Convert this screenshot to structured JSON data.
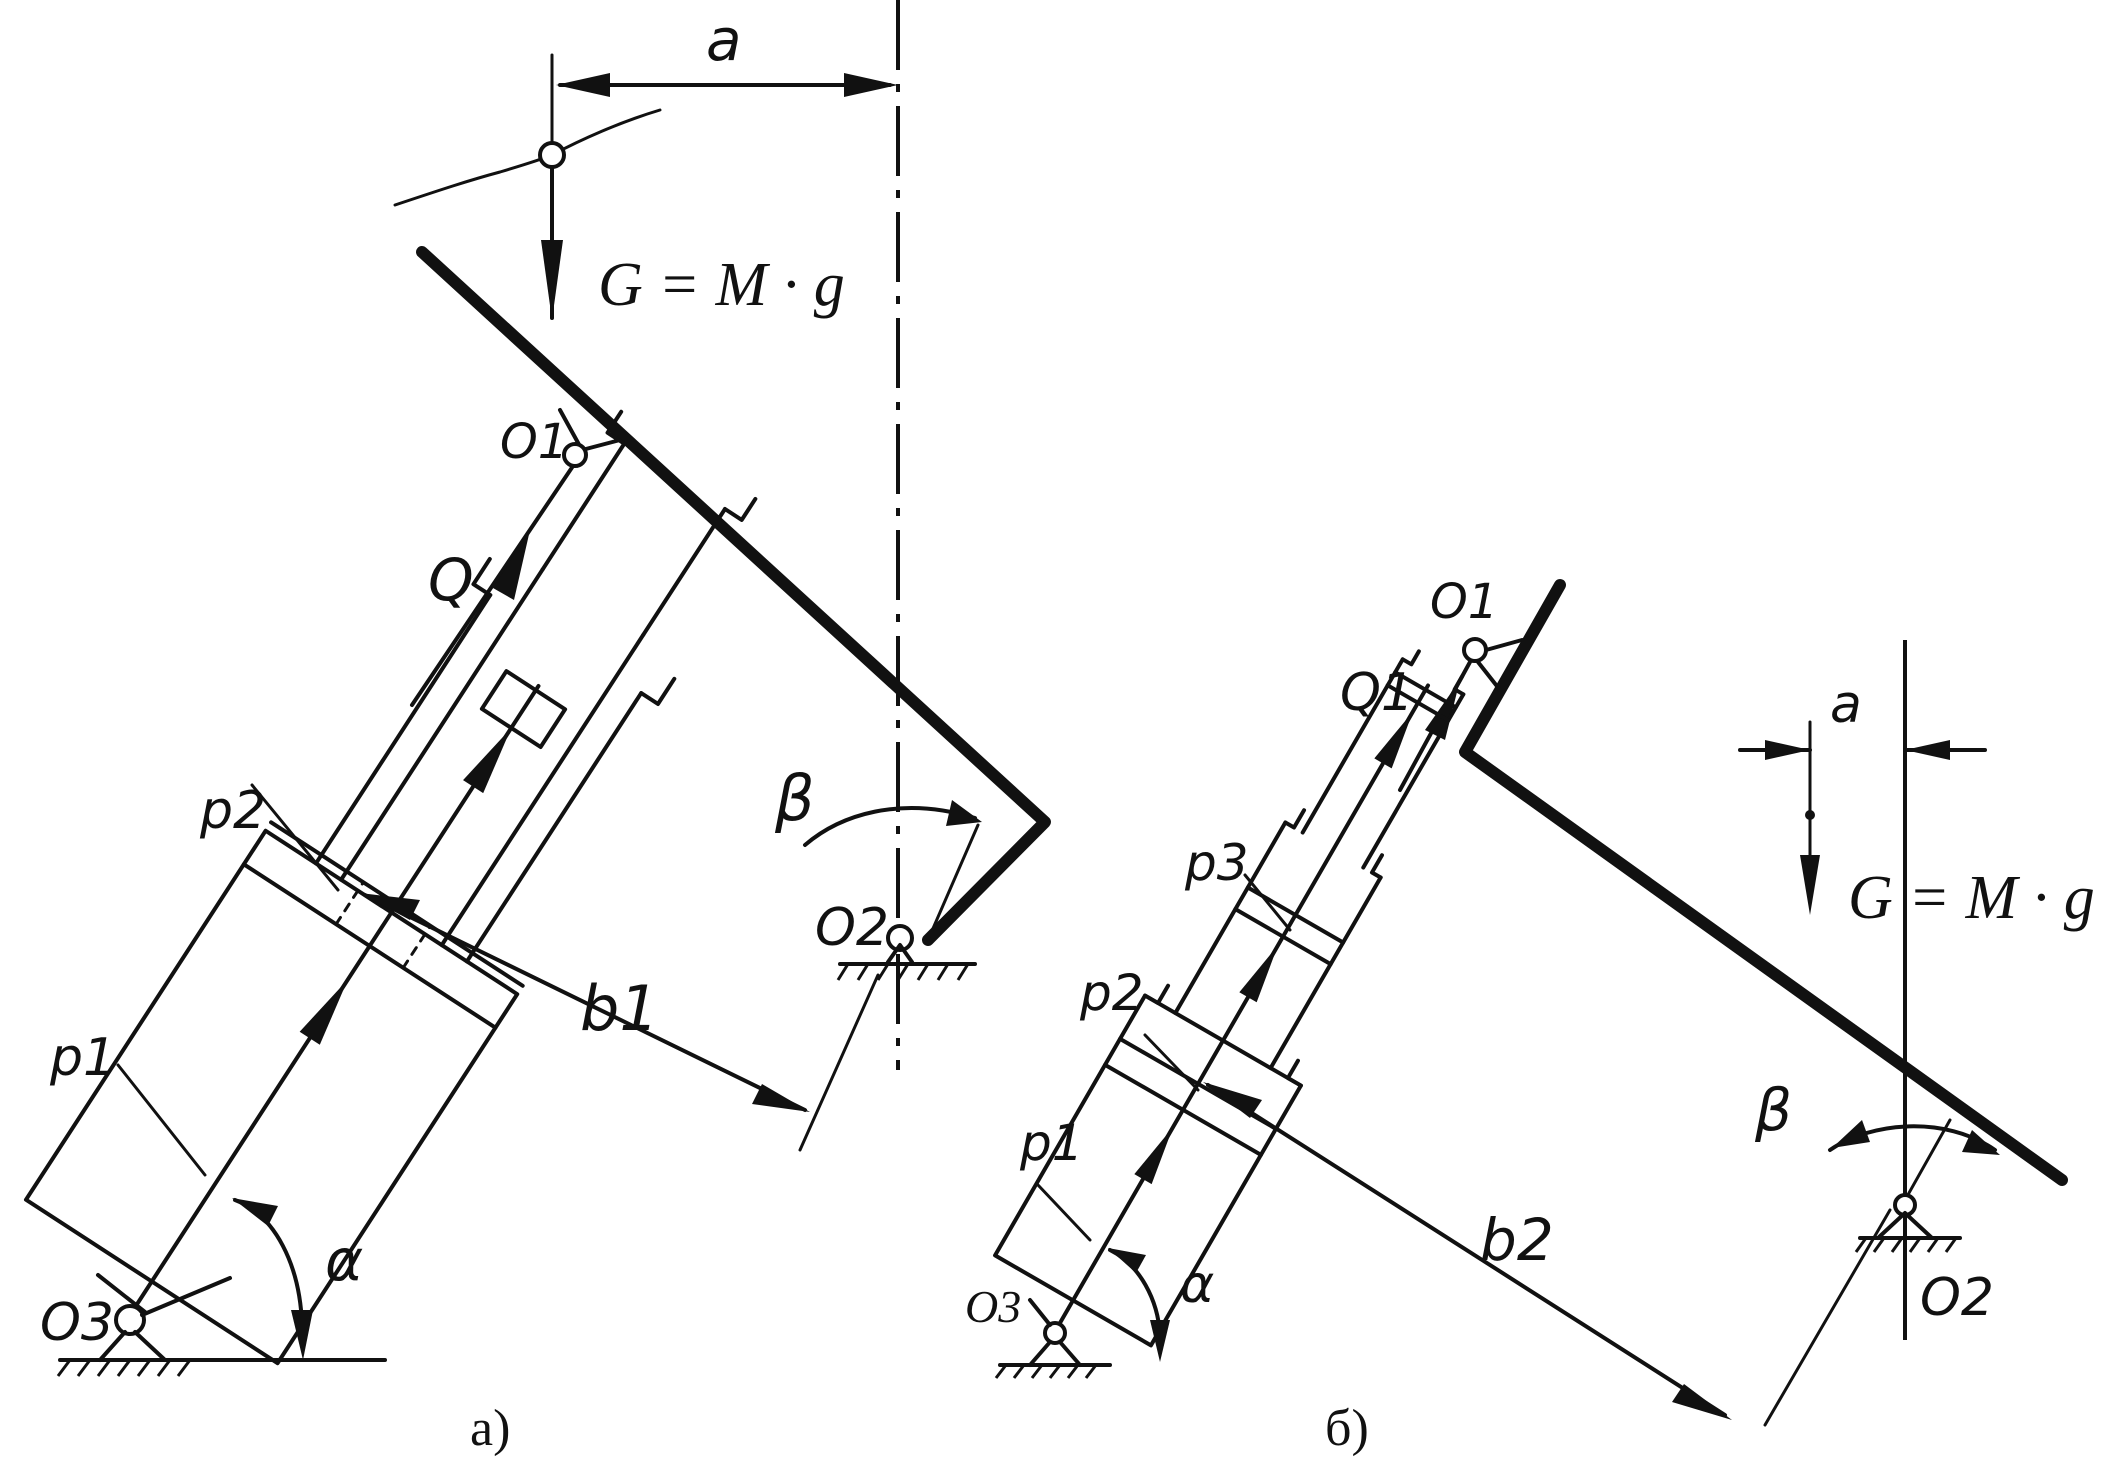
{
  "figure_a": {
    "caption": "а)",
    "labels": {
      "a": "a",
      "G": "G = M · g",
      "O1": "O1",
      "Q": "Q",
      "p2": "p2",
      "beta": "β",
      "O2": "O2",
      "b1": "b1",
      "p1": "p1",
      "alpha": "α",
      "O3": "O3"
    }
  },
  "figure_b": {
    "caption": "б)",
    "labels": {
      "O1": "O1",
      "Q1": "Q1",
      "a": "a",
      "p3": "p3",
      "G": "G = M · g",
      "p2": "p2",
      "p1": "p1",
      "beta": "β",
      "b2": "b2",
      "alpha": "α",
      "O3": "O3",
      "O2": "O2"
    }
  },
  "colors": {
    "ink": "#111111",
    "paper": "#ffffff"
  }
}
